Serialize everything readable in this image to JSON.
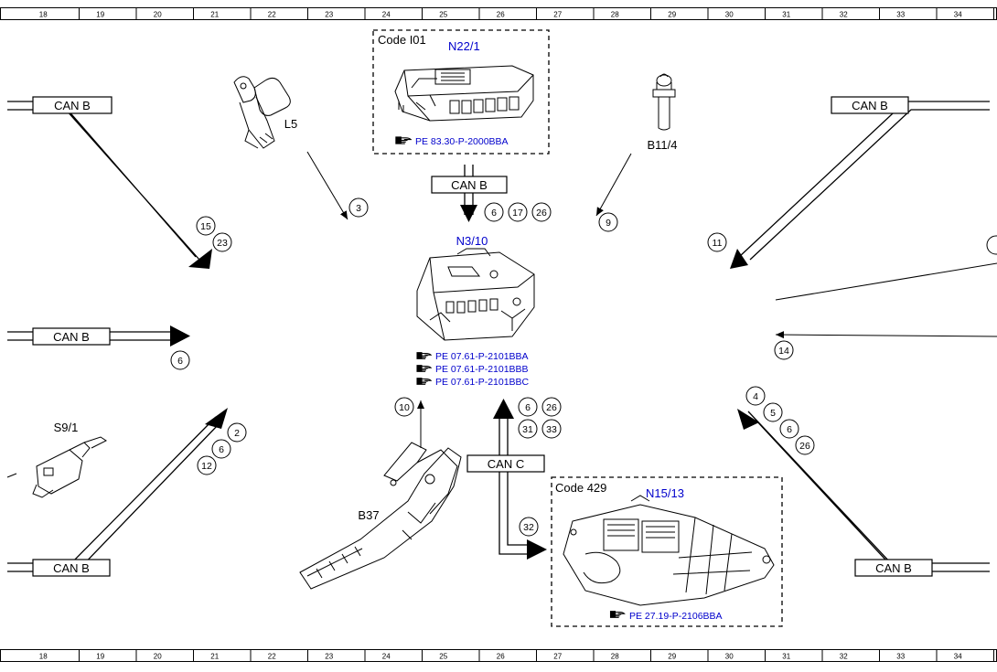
{
  "ruler": {
    "top": [
      "18",
      "19",
      "20",
      "21",
      "22",
      "23",
      "24",
      "25",
      "26",
      "27",
      "28",
      "29",
      "30",
      "31",
      "32",
      "33",
      "34"
    ],
    "bottom": [
      "18",
      "19",
      "20",
      "21",
      "22",
      "23",
      "24",
      "25",
      "26",
      "27",
      "28",
      "29",
      "30",
      "31",
      "32",
      "33",
      "34"
    ]
  },
  "components": {
    "n22_1": {
      "code_label": "Code I01",
      "id": "N22/1",
      "ref_icon": "pointing-hand-icon",
      "ref": "PE 83.30-P-2000BBA"
    },
    "n3_10": {
      "id": "N3/10",
      "refs": [
        "PE 07.61-P-2101BBA",
        "PE 07.61-P-2101BBB",
        "PE 07.61-P-2101BBC"
      ]
    },
    "n15_13": {
      "code_label": "Code 429",
      "id": "N15/13",
      "ref": "PE 27.19-P-2106BBA"
    },
    "l5": {
      "id": "L5"
    },
    "b11_4": {
      "id": "B11/4"
    },
    "s9_1": {
      "id": "S9/1"
    },
    "b37": {
      "id": "B37"
    }
  },
  "bus_labels": {
    "top_left": "CAN B",
    "mid_left": "CAN B",
    "bottom_left": "CAN B",
    "top_right": "CAN B",
    "bottom_right": "CAN B",
    "center_top": "CAN B",
    "center_bottom": "CAN C"
  },
  "callouts": {
    "c3": "3",
    "c6a": "6",
    "c17": "17",
    "c26a": "26",
    "c9": "9",
    "c15": "15",
    "c23": "23",
    "c11": "11",
    "c6b": "6",
    "c14": "14",
    "c10": "10",
    "c6c": "6",
    "c26b": "26",
    "c31": "31",
    "c33": "33",
    "c2": "2",
    "c6d": "6",
    "c12": "12",
    "c4": "4",
    "c5": "5",
    "c6e": "6",
    "c26c": "26",
    "c32": "32"
  },
  "colors": {
    "line": "#000000",
    "component_id": "#0000cc",
    "reference": "#0000cc",
    "background": "#ffffff"
  }
}
